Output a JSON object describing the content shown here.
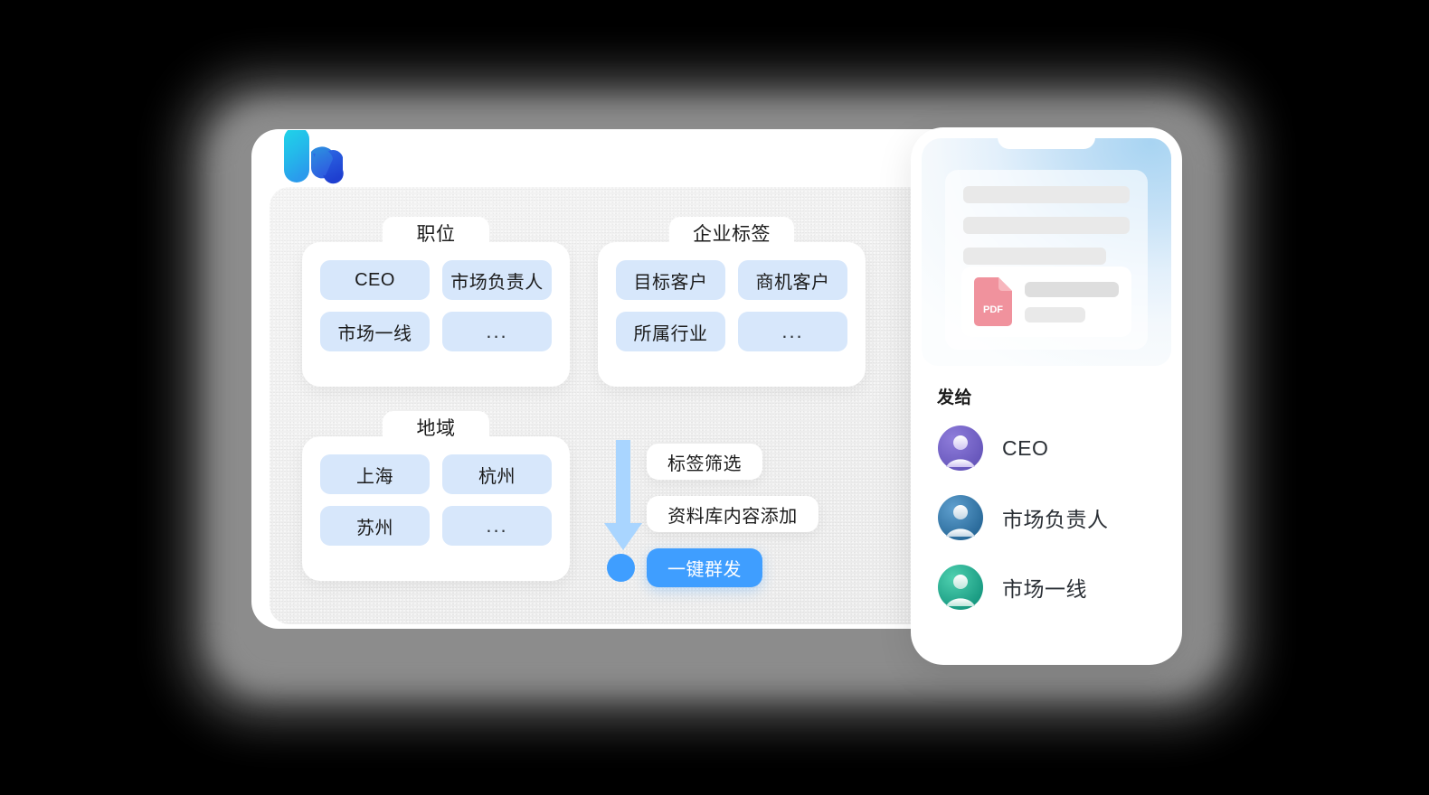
{
  "brand": {
    "logo_name": "w-logo"
  },
  "groups": [
    {
      "id": "position",
      "title": "职位",
      "chips": [
        "CEO",
        "市场负责人",
        "市场一线",
        "..."
      ]
    },
    {
      "id": "enterprise",
      "title": "企业标签",
      "chips": [
        "目标客户",
        "商机客户",
        "所属行业",
        "..."
      ]
    },
    {
      "id": "region",
      "title": "地域",
      "chips": [
        "上海",
        "杭州",
        "苏州",
        "..."
      ]
    }
  ],
  "actions": {
    "filter_label": "标签筛选",
    "library_label": "资料库内容添加",
    "broadcast_label": "一键群发"
  },
  "phone": {
    "attachment_type": "PDF",
    "send_to_label": "发给",
    "recipients": [
      {
        "name": "CEO",
        "avatar_color": "#6f5fc4"
      },
      {
        "name": "市场负责人",
        "avatar_color": "#2f6f9e"
      },
      {
        "name": "市场一线",
        "avatar_color": "#18a08c"
      }
    ]
  },
  "colors": {
    "accent_blue": "#3f9eff",
    "chip_blue": "#d7e7fb",
    "arrow_blue": "#a9d5ff",
    "pdf_red": "#f0929d",
    "background": "#000000",
    "card_white": "#ffffff"
  }
}
